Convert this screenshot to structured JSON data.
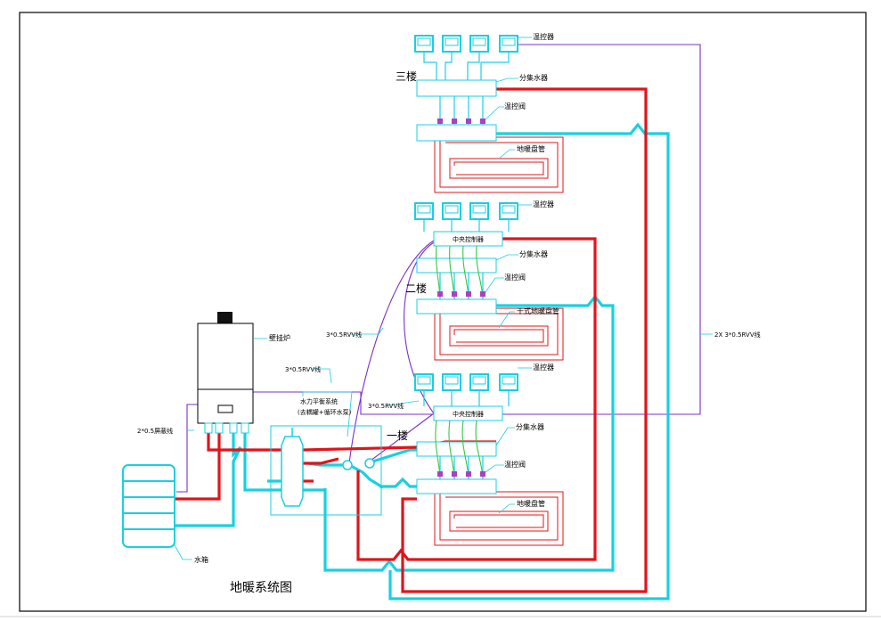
{
  "diagram": {
    "title": "地暖系统图",
    "floors": {
      "third": "三楼",
      "second": "二楼",
      "first": "一楼"
    },
    "labels": {
      "thermostat": "温控器",
      "manifold": "分集水器",
      "valve": "温控阀",
      "floor_coil": "地暖盘管",
      "dry_coil": "干式地暖盘管",
      "central_controller": "中央控制器",
      "boiler": "壁挂炉",
      "water_tank": "水箱",
      "hydraulic_balance_line1": "水力平衡系统",
      "hydraulic_balance_line2": "(去耦罐+循环水泵)",
      "wire_3x05_left": "3*0.5RVV线",
      "wire_3x05_mid": "3*0.5RVV线",
      "wire_3x05_low": "3*0.5RVV线",
      "wire_2x3x05": "2X 3*0.5RVV线",
      "shielded_wire": "2*0.5屏蔽线"
    }
  },
  "colors": {
    "supply": "#e0141a",
    "return": "#17d1e0",
    "control_wire": "#7b2fc9",
    "zone_line": "#39c545",
    "valve": "#b03ec0"
  }
}
